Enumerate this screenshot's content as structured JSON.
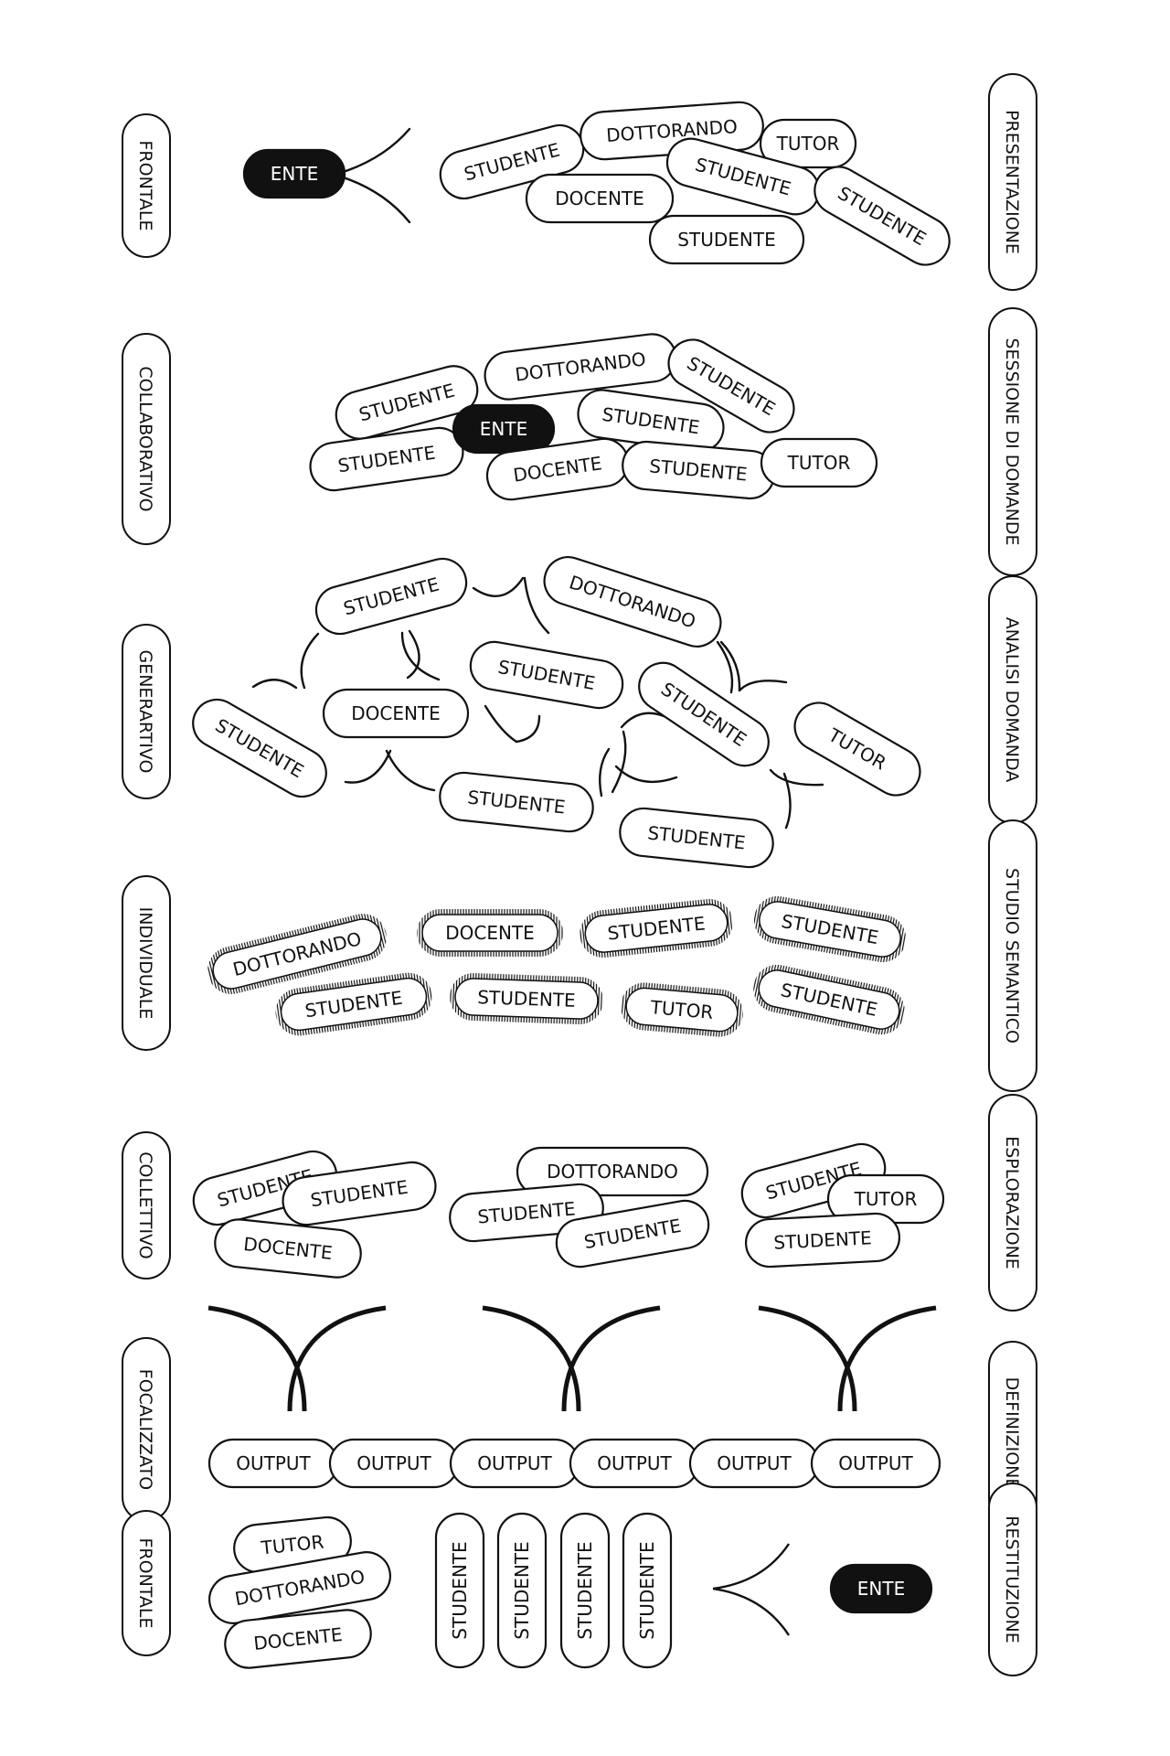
{
  "colors": {
    "ink": "#111111",
    "paper": "#ffffff"
  },
  "rows": [
    {
      "left_label": "FRONTALE",
      "right_label": "PRESENTAZIONE",
      "pills": [
        "ENTE",
        "STUDENTE",
        "DOTTORANDO",
        "TUTOR",
        "DOCENTE",
        "STUDENTE",
        "STUDENTE",
        "STUDENTE"
      ]
    },
    {
      "left_label": "COLLABORATIVO",
      "right_label": "SESSIONE DI DOMANDE",
      "pills": [
        "STUDENTE",
        "DOTTORANDO",
        "STUDENTE",
        "STUDENTE",
        "ENTE",
        "STUDENTE",
        "DOCENTE",
        "STUDENTE",
        "TUTOR"
      ]
    },
    {
      "left_label": "GENERARTIVO",
      "right_label": "ANALISI DOMANDA",
      "pills": [
        "STUDENTE",
        "DOTTORANDO",
        "STUDENTE",
        "STUDENTE",
        "DOCENTE",
        "STUDENTE",
        "TUTOR",
        "STUDENTE",
        "STUDENTE"
      ]
    },
    {
      "left_label": "INDIVIDUALE",
      "right_label": "STUDIO SEMANTICO",
      "pills": [
        "DOTTORANDO",
        "DOCENTE",
        "STUDENTE",
        "STUDENTE",
        "STUDENTE",
        "STUDENTE",
        "TUTOR",
        "STUDENTE"
      ]
    },
    {
      "left_label": "COLLETTIVO",
      "right_label": "ESPLORAZIONE",
      "pills": [
        "STUDENTE",
        "STUDENTE",
        "DOCENTE",
        "DOTTORANDO",
        "STUDENTE",
        "STUDENTE",
        "STUDENTE",
        "TUTOR",
        "STUDENTE"
      ]
    },
    {
      "left_label": "FOCALIZZATO",
      "right_label": "DEFINIZIONE",
      "pills": [
        "OUTPUT",
        "OUTPUT",
        "OUTPUT",
        "OUTPUT",
        "OUTPUT",
        "OUTPUT"
      ]
    },
    {
      "left_label": "FRONTALE",
      "right_label": "RESTITUZIONE",
      "pills": [
        "TUTOR",
        "DOTTORANDO",
        "DOCENTE",
        "STUDENTE",
        "STUDENTE",
        "STUDENTE",
        "STUDENTE",
        "ENTE"
      ]
    }
  ]
}
